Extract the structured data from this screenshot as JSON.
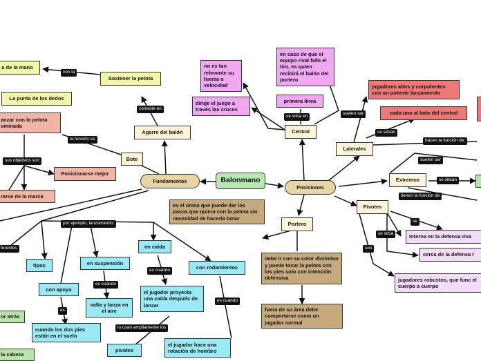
{
  "nodes": {
    "balonmano": "Balonmano",
    "fundamentos": "Fundamentos",
    "posiciones": "Posiciones",
    "bote": "Bote",
    "agarre": "Agarre del balón",
    "sostener": "Sostener la pelota",
    "palma": "a de la mano",
    "punta": "La punta de los dedos",
    "lanzar_pelota": "anzar con la pelota\nominada",
    "posicionarse_mejor": "Posicionarse mejor",
    "marca": "rarse de la marca",
    "central": "Central",
    "no_tan_relevante": "no es tan relevante su fuerza o velocidad",
    "dirige": "dirige el juego a través las cruces",
    "en_caso": "en caso de que el equipo rival falle el tiro, es quien recibirá el balón del portero",
    "primera_linea": "primera línea",
    "laterales": "Laterales",
    "altos": "jugadores altos y corpulentos con un potente lanzamiento",
    "cada_uno": "cada uno al lado del central",
    "extremos": "Extremos",
    "pivotes": "Pivotes",
    "interna": "Interna en la defensa riva",
    "cerca": "cerca de la defensa r",
    "robustos": "jugadores robustos, que func el cuerpo a cuerpo",
    "portero": "Portero",
    "unico": "es el único que puede dar los pasos que quiera con la pelota sin necesidad de hacerla botar",
    "debe": "debe ir con su color distintivo y puede tocar la pelota con los pies solo con intención defensiva",
    "fuera": "fuera de su área debe comportarse como un jugador normal",
    "tipos": "tipos",
    "en_suspension": "en suspensión",
    "en_caida": "en caída",
    "con_apoyo": "con apoyo",
    "salta": "salta y lanza en el aire",
    "proyecta": "el jugador proyecta una caída después de lanzar",
    "con_rodamientos": "con rodamientos",
    "pies_suelo": "cuando los dos pies están en el suelo",
    "pivotes_small": "pivotes",
    "rotacion": "el jugador hace una rotación de hombro",
    "or_atras": "or atrás",
    "la_cabeza": "la cabeza"
  },
  "labels": {
    "con_la": "con la",
    "consiste_en": "consiste en",
    "la_funcion_es": "la función es",
    "sus_objetivos": "sus objetivos son",
    "ferentes": "ferentes",
    "por_ejemplo": "por ejemplo, lanzamiento:",
    "se_situa_en": "se sitúa en",
    "suelen_ser": "suelen ser",
    "se_situan": "se sitúan",
    "hacen_la_funcion": "hacen la función de:",
    "suelen_ser2": "suelen ser",
    "se_situan2": "se sitúan",
    "tienen_la_funcion": "tienen la función de",
    "se": "se",
    "se_situa": "se sitúa",
    "son": "son",
    "es_cuando1": "es cuando",
    "es_cuando2": "es cuando",
    "es_cuando3": "es cuando",
    "es": "es",
    "lo_usan": "lo usan ampliamente los"
  },
  "colors": {
    "root": "#b9e7b4",
    "main": "#e8d5a6",
    "cream": "#fdf4dc",
    "yellow": "#f3f7a8",
    "pink": "#f2b4a4",
    "magenta": "#f0a8f3",
    "red": "#ee7878",
    "cyan": "#9aeaf6",
    "green": "#b9e3a8",
    "tan": "#c6aa7c",
    "lilac": "#f3dcf7"
  }
}
